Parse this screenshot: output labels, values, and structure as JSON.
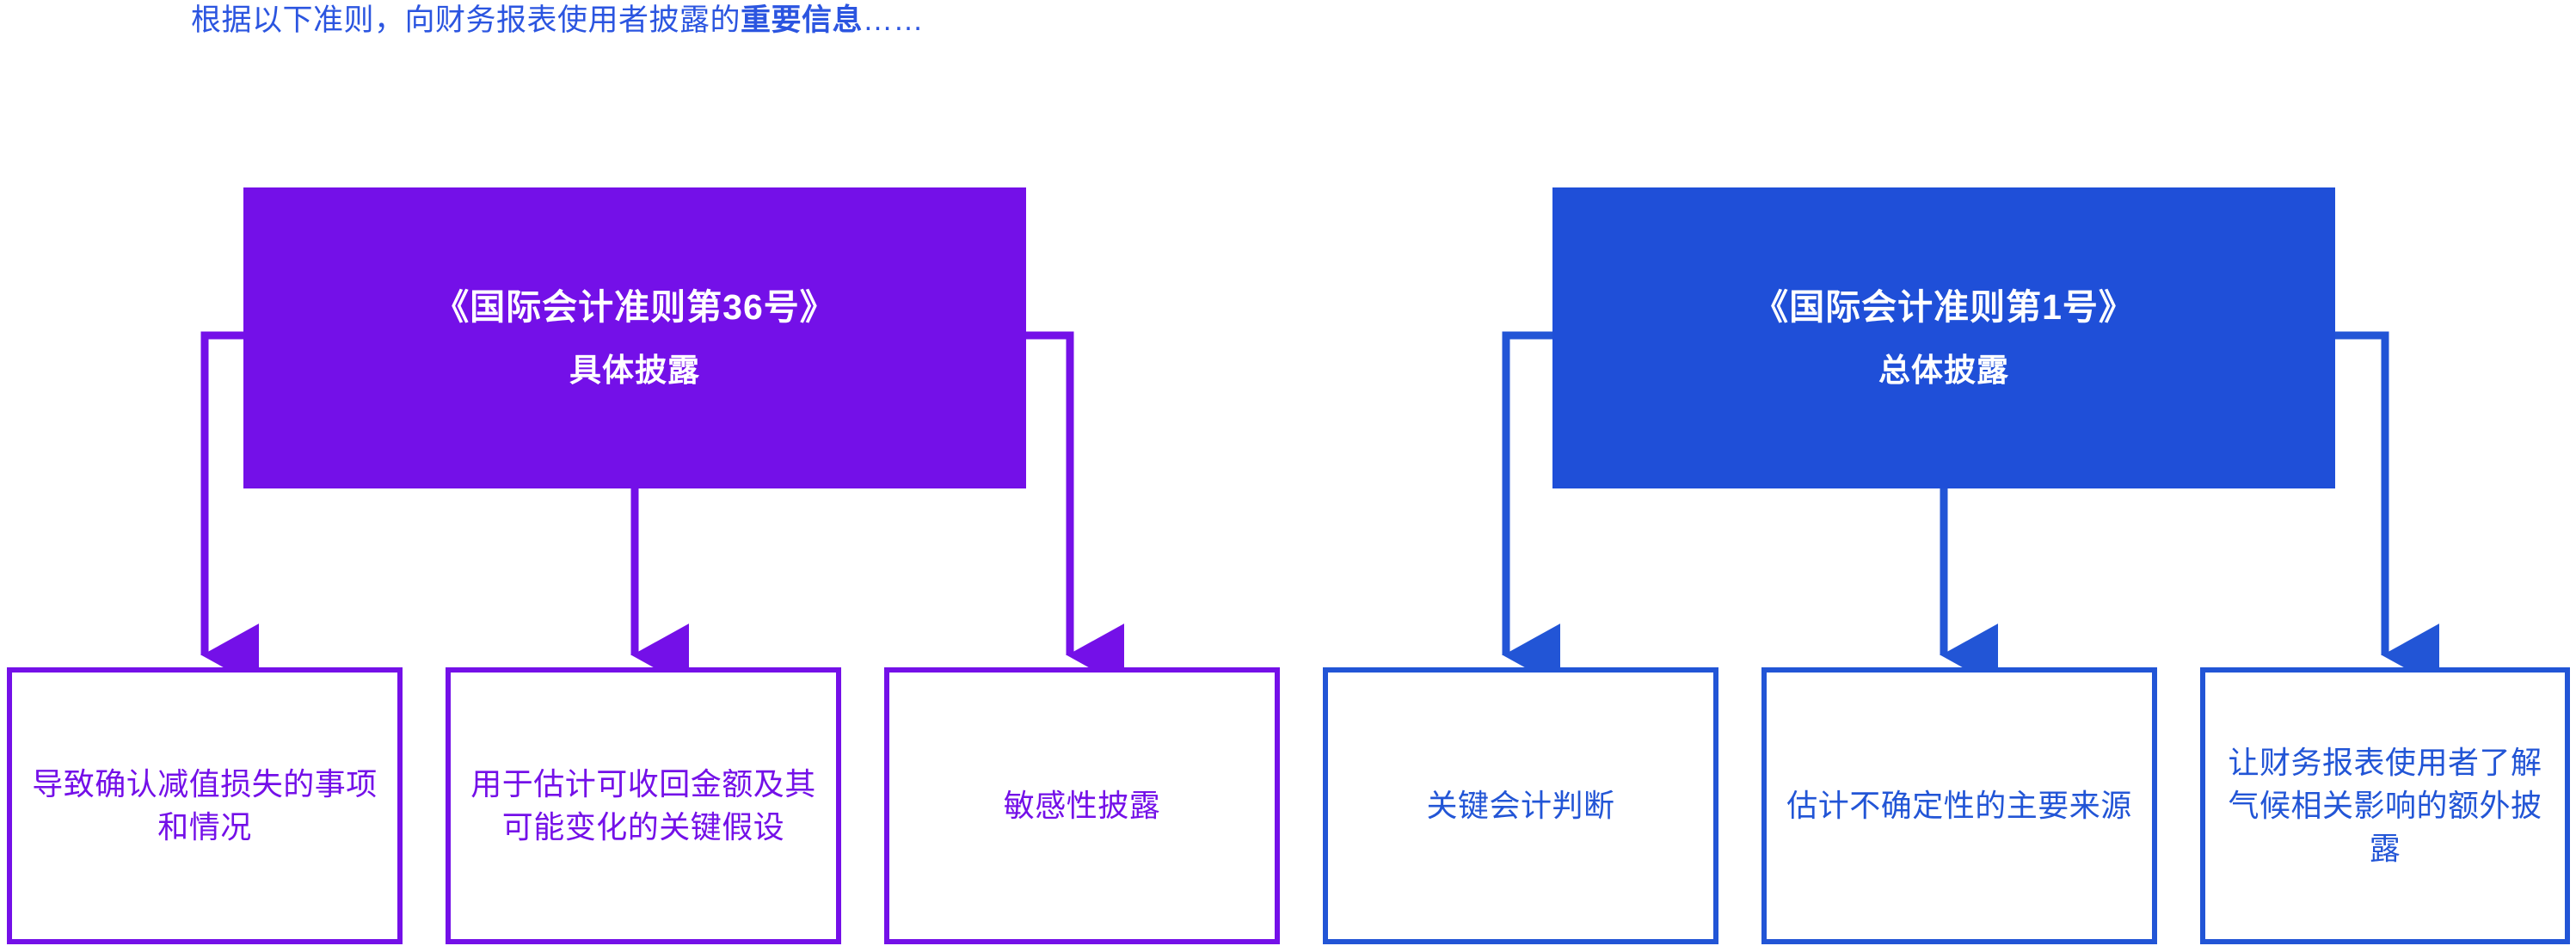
{
  "header": {
    "prefix": "根据以下准则，向财务报表使用者披露的",
    "emphasis": "重要信息",
    "suffix": "……",
    "color": "#2b55e0"
  },
  "colors": {
    "purple": "#7410e8",
    "blue": "#1f4fd8",
    "blue_outline": "#2255d6",
    "text_blue": "#2b55e0",
    "background": "#ffffff"
  },
  "groups": [
    {
      "id": "ias36",
      "title": "《国际会计准则第36号》",
      "subtitle": "具体披露",
      "color": "#7410e8",
      "leaves": [
        "导致确认减值损失的事项和情况",
        "用于估计可收回金额及其可能变化的关键假设",
        "敏感性披露"
      ]
    },
    {
      "id": "ias1",
      "title": "《国际会计准则第1号》",
      "subtitle": "总体披露",
      "color": "#1f4fd8",
      "leaves": [
        "关键会计判断",
        "估计不确定性的主要来源",
        "让财务报表使用者了解气候相关影响的额外披露"
      ]
    }
  ]
}
